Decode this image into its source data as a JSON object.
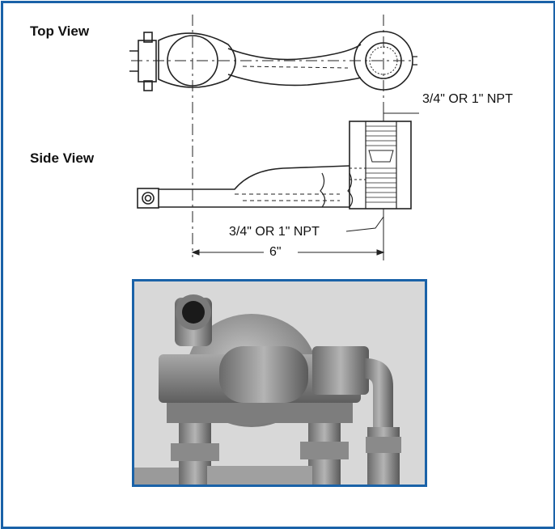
{
  "labels": {
    "top_view": "Top View",
    "side_view": "Side View",
    "npt_top": "3/4\" OR 1\" NPT",
    "npt_bottom": "3/4\" OR 1\" NPT",
    "length": "6\""
  },
  "colors": {
    "border": "#1a62a8",
    "line": "#222222",
    "photo_bg": "#d6d6d6"
  },
  "icons": {
    "photo": "regulator-assembly-photo"
  }
}
